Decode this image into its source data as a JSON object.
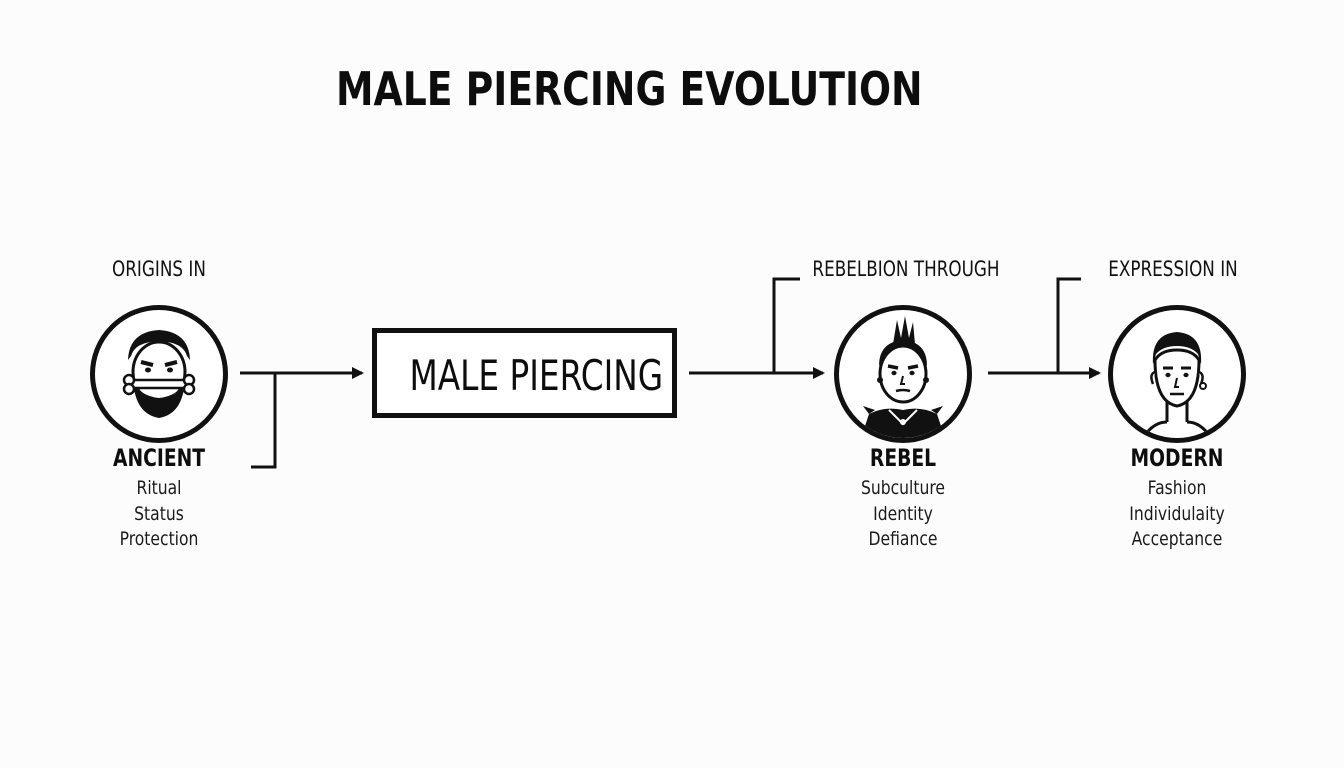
{
  "title": "MALE PIERCING EVOLUTION",
  "center": {
    "label": "MALE PIERCING"
  },
  "stages": [
    {
      "header": "ORIGINS IN",
      "name": "ANCIENT",
      "lines": [
        "Ritual",
        "Status",
        "Protection"
      ],
      "icon": "bearded-man-bone-nose-piercing-icon"
    },
    {
      "header": "REBELBION THROUGH",
      "name": "REBEL",
      "lines": [
        "Subculture",
        "Identity",
        "Defiance"
      ],
      "icon": "mohawk-punk-face-icon"
    },
    {
      "header": "EXPRESSION IN",
      "name": "MODERN",
      "lines": [
        "Fashion",
        "Individulaity",
        "Acceptance"
      ],
      "icon": "modern-man-earring-face-icon"
    }
  ],
  "colors": {
    "ink": "#111111",
    "background": "#fcfcfc"
  }
}
